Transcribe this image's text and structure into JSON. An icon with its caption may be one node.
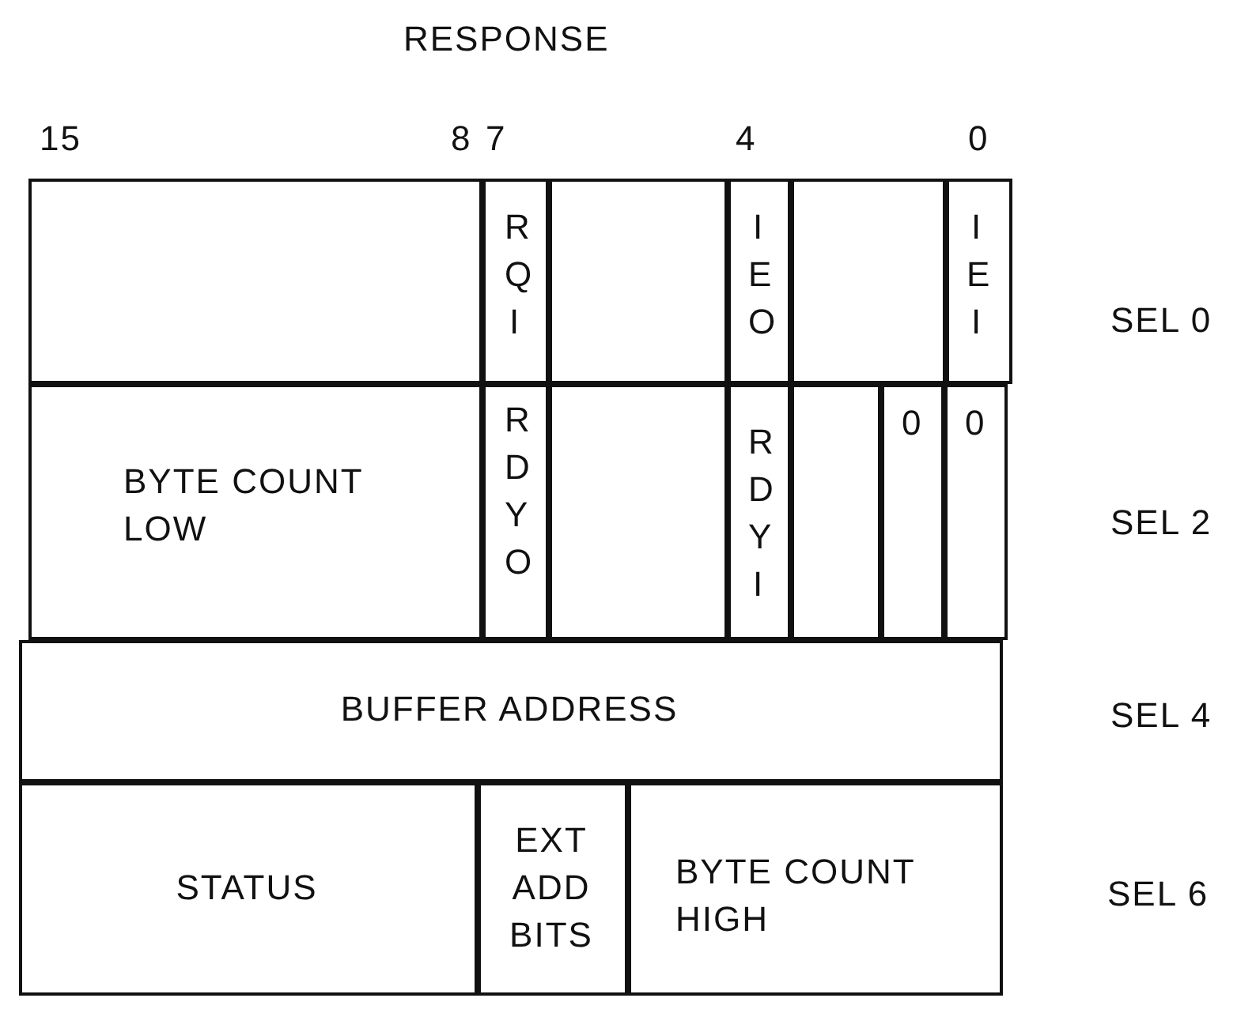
{
  "diagram": {
    "title": "RESPONSE",
    "nodes": [
      {
        "text": [],
        "shape": "box"
      },
      {
        "text": [
          "RQI"
        ]
      },
      {
        "text": [],
        "shape": "box"
      },
      {
        "text": [
          "IEO"
        ]
      },
      {
        "text": [],
        "shape": "box"
      },
      {
        "text": [
          "IEI"
        ]
      },
      {
        "text": [
          "BYTE COUNT LOW"
        ]
      },
      {
        "text": [
          "RDYO"
        ]
      },
      {
        "text": [],
        "shape": "box"
      },
      {
        "text": [
          "RDYI"
        ]
      },
      {
        "text": [],
        "shape": "box"
      },
      {
        "text": [
          "0"
        ]
      },
      {
        "text": [
          "0"
        ]
      },
      {
        "text": [
          "BUFFER ADDRESS"
        ]
      },
      {
        "text": [
          "STATUS"
        ]
      },
      {
        "text": [
          "EXT ADD BITS"
        ]
      },
      {
        "text": [
          "BYTE COUNT HIGH"
        ]
      }
    ],
    "labels": [
      "15",
      "8",
      "7",
      "4",
      "0",
      "SEL 0",
      "SEL 2",
      "SEL 4",
      "SEL 6"
    ]
  }
}
